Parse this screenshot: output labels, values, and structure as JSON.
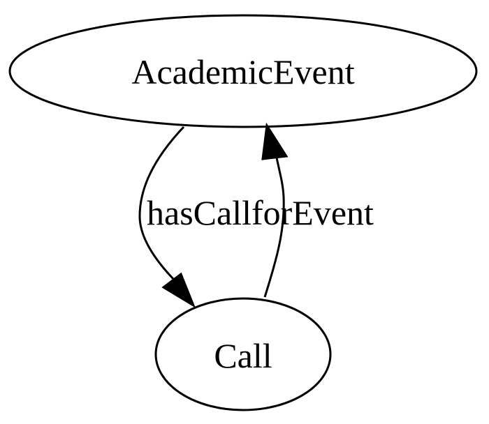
{
  "diagram": {
    "nodes": {
      "academic_event": {
        "label": "AcademicEvent"
      },
      "call": {
        "label": "Call"
      }
    },
    "edges": {
      "has_call": {
        "label": "hasCall",
        "from": "AcademicEvent",
        "to": "Call"
      },
      "for_event": {
        "label": "forEvent",
        "from": "Call",
        "to": "AcademicEvent"
      }
    },
    "colors": {
      "stroke": "#000000",
      "fill": "#ffffff",
      "text": "#000000"
    }
  }
}
